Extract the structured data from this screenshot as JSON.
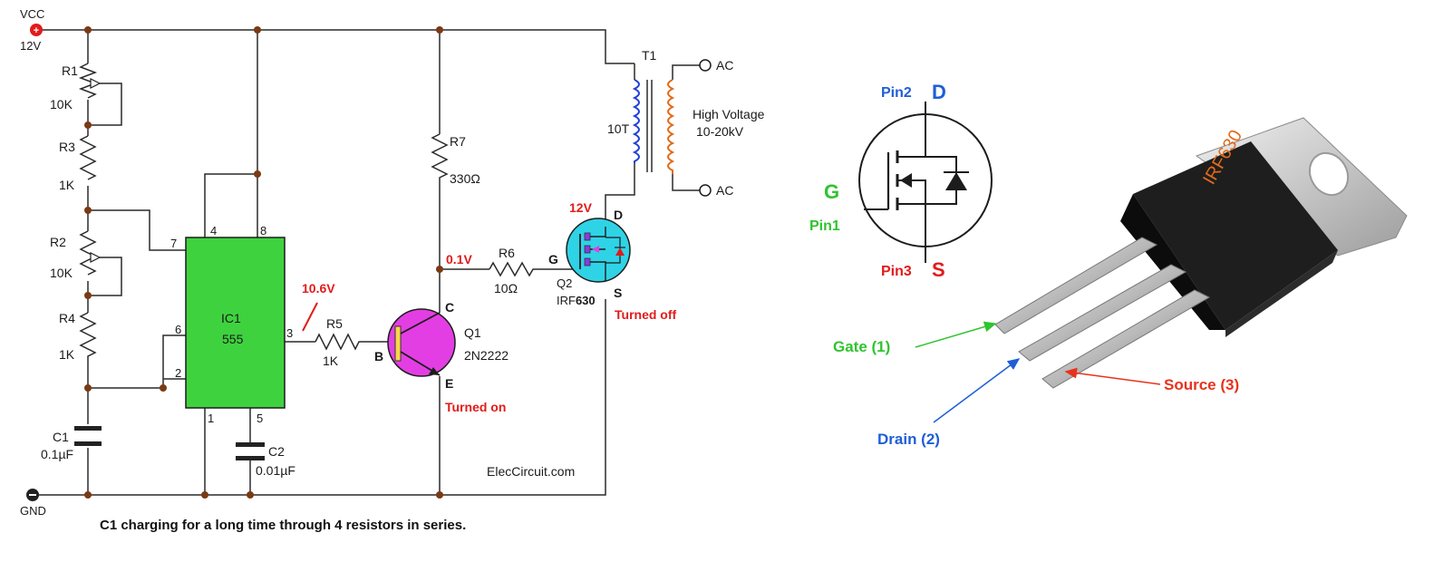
{
  "rails": {
    "vcc": "VCC",
    "vcc_voltage": "12V",
    "gnd": "GND"
  },
  "components": {
    "r1": {
      "name": "R1",
      "value": "10K"
    },
    "r3": {
      "name": "R3",
      "value": "1K"
    },
    "r2": {
      "name": "R2",
      "value": "10K"
    },
    "r4": {
      "name": "R4",
      "value": "1K"
    },
    "c1": {
      "name": "C1",
      "value": "0.1µF"
    },
    "c2": {
      "name": "C2",
      "value": "0.01µF"
    },
    "ic1": {
      "name": "IC1",
      "value": "555",
      "pins": [
        "4",
        "8",
        "7",
        "6",
        "2",
        "3",
        "1",
        "5"
      ]
    },
    "r5": {
      "name": "R5",
      "value": "1K"
    },
    "q1": {
      "name": "Q1",
      "value": "2N2222",
      "pins": {
        "b": "B",
        "c": "C",
        "e": "E"
      }
    },
    "r7": {
      "name": "R7",
      "value": "330Ω"
    },
    "r6": {
      "name": "R6",
      "value": "10Ω"
    },
    "q2": {
      "name": "Q2",
      "value_prefix": "IRF",
      "value_suffix": "630",
      "pins": {
        "g": "G",
        "d": "D",
        "s": "S"
      }
    },
    "t1": {
      "name": "T1",
      "primary": "10T",
      "out_top": "AC",
      "out_bottom": "AC",
      "secondary_label_1": "High Voltage",
      "secondary_label_2": "10-20kV"
    }
  },
  "annotations": {
    "pin3_voltage": "10.6V",
    "q1_collector_voltage": "0.1V",
    "q2_drain_voltage": "12V",
    "q1_state": "Turned on",
    "q2_state": "Turned off",
    "watermark": "ElecCircuit.com",
    "caption": "C1 charging for a long time through 4 resistors in series."
  },
  "mosfet_symbol": {
    "pin2": "Pin2",
    "d": "D",
    "pin3": "Pin3",
    "s": "S",
    "g": "G",
    "pin1": "Pin1"
  },
  "package": {
    "marking": "IRF630",
    "gate": "Gate (1)",
    "drain": "Drain (2)",
    "source": "Source (3)"
  },
  "colors": {
    "ic_fill": "#3fd23f",
    "q1_fill": "#e33ee3",
    "q2_fill": "#2fd3e6",
    "voltage_red": "#e21b1b",
    "gate_green": "#2fc42f",
    "drain_blue": "#1f5fd6",
    "source_red": "#e8321c",
    "vcc_red": "#e21b1b",
    "inductor_orange": "#e06a1a",
    "inductor_blue": "#1f3fd6"
  }
}
